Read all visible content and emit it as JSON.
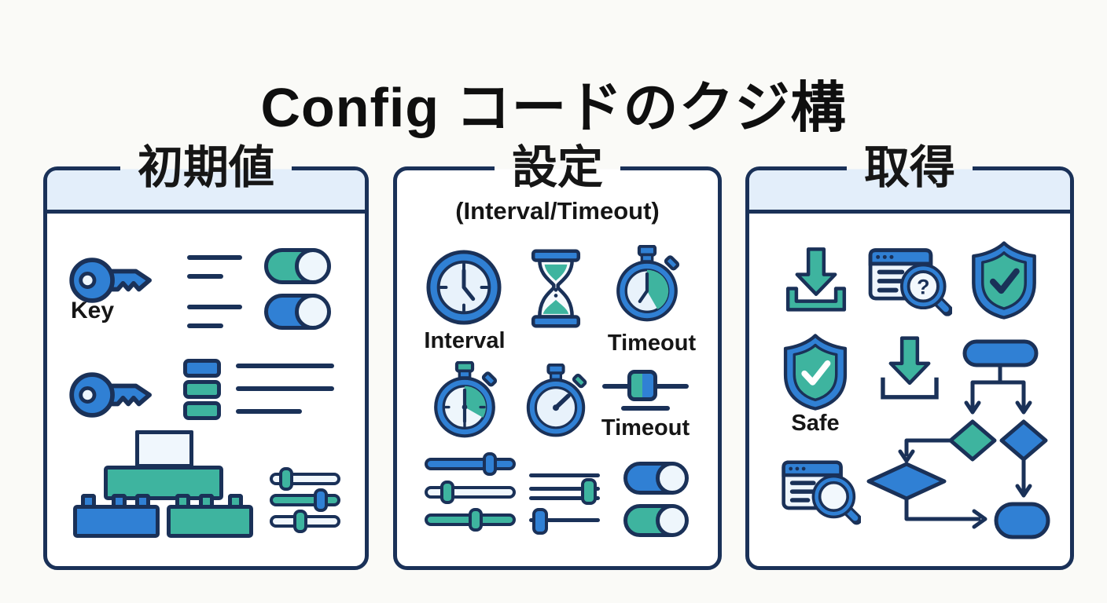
{
  "title": "Config コードのクジ構",
  "cards": [
    {
      "id": "initial-values",
      "title": "初期値",
      "labels": {
        "key": "Key"
      }
    },
    {
      "id": "settings",
      "title": "設定",
      "subtitle": "(Interval/Timeout)",
      "labels": {
        "interval": "Interval",
        "timeout_row1": "Timeout",
        "timeout_row2": "Timeout"
      }
    },
    {
      "id": "fetch",
      "title": "取得",
      "labels": {
        "safe": "Safe"
      }
    }
  ],
  "icons": {
    "question_mark": "?"
  },
  "colors": {
    "blue": "#3080d4",
    "teal": "#3eb49f",
    "navy": "#1a3158",
    "light_face": "#e8f2fb",
    "header_band": "#e3eefa",
    "background": "#fafaf7",
    "knob": "#eef6fc",
    "text": "#161616"
  }
}
